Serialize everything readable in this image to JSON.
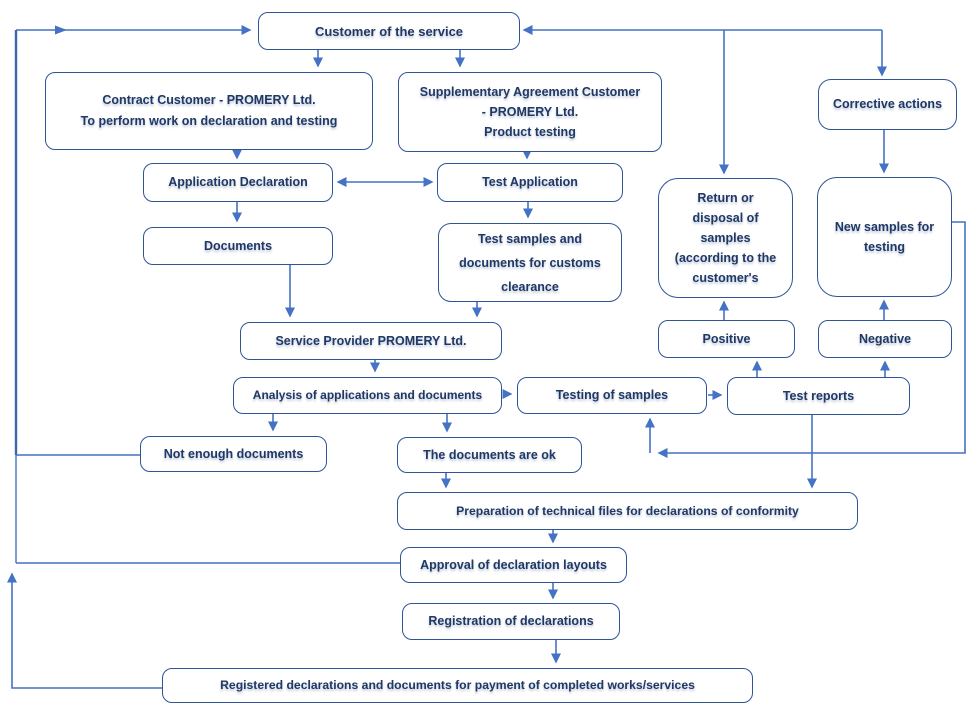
{
  "diagram": {
    "description": "Flowchart of declaration and testing services process",
    "colors": {
      "box_border": "#2F5597",
      "box_fill": "#FFFFFF",
      "text": "#1F3864",
      "connector": "#4472C4"
    },
    "nodes": {
      "customer": {
        "label": "Customer of the service"
      },
      "contract": {
        "label": "Contract Customer - PROMERY Ltd.\nTo perform work on declaration and testing"
      },
      "supplementary": {
        "label": "Supplementary Agreement Customer\n- PROMERY Ltd.\nProduct testing"
      },
      "corrective": {
        "label": "Corrective actions"
      },
      "application_declaration": {
        "label": "Application Declaration"
      },
      "test_application": {
        "label": "Test Application"
      },
      "documents": {
        "label": "Documents"
      },
      "test_samples": {
        "label": "Test samples and\ndocuments for customs\nclearance"
      },
      "return_disposal": {
        "label": "Return or\ndisposal of\nsamples\n(according to the\ncustomer's"
      },
      "new_samples": {
        "label": "New samples for\ntesting"
      },
      "service_provider": {
        "label": "Service Provider PROMERY Ltd."
      },
      "positive": {
        "label": "Positive"
      },
      "negative": {
        "label": "Negative"
      },
      "analysis": {
        "label": "Analysis of applications and documents"
      },
      "testing_of_samples": {
        "label": "Testing of samples"
      },
      "test_reports": {
        "label": "Test reports"
      },
      "not_enough_documents": {
        "label": "Not enough documents"
      },
      "documents_ok": {
        "label": "The documents are ok"
      },
      "preparation": {
        "label": "Preparation of technical files for declarations of conformity"
      },
      "approval": {
        "label": "Approval of declaration layouts"
      },
      "registration": {
        "label": "Registration of declarations"
      },
      "registered": {
        "label": "Registered declarations and documents for payment of completed works/services"
      }
    }
  }
}
